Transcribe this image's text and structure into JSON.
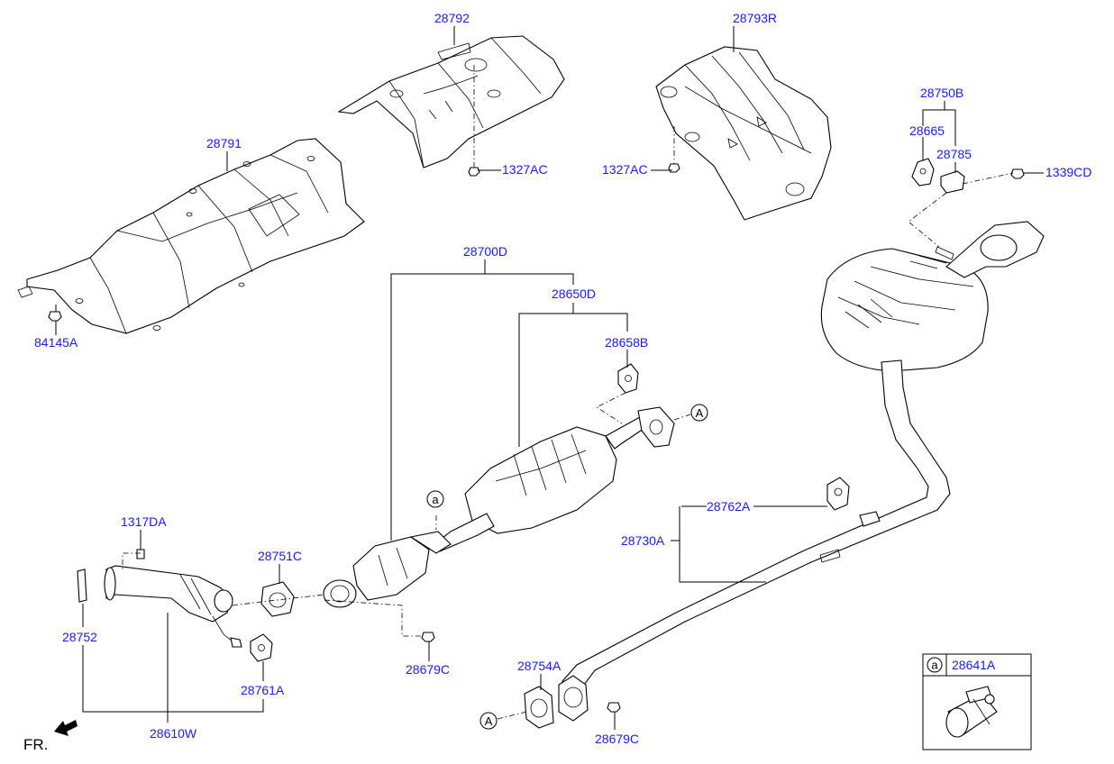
{
  "labels": {
    "p28792": "28792",
    "p28793R": "28793R",
    "p28791": "28791",
    "p1327AC_a": "1327AC",
    "p1327AC_b": "1327AC",
    "p28750B": "28750B",
    "p28665": "28665",
    "p28785": "28785",
    "p1339CD": "1339CD",
    "p84145A": "84145A",
    "p28700D": "28700D",
    "p28650D": "28650D",
    "p28658B": "28658B",
    "p28762A": "28762A",
    "p28730A": "28730A",
    "p1317DA": "1317DA",
    "p28751C": "28751C",
    "p28752": "28752",
    "p28761A": "28761A",
    "p28610W": "28610W",
    "p28679C_a": "28679C",
    "p28754A": "28754A",
    "p28679C_b": "28679C",
    "p28641A": "28641A"
  },
  "markers": {
    "A": "A",
    "a": "a"
  },
  "direction": "FR."
}
